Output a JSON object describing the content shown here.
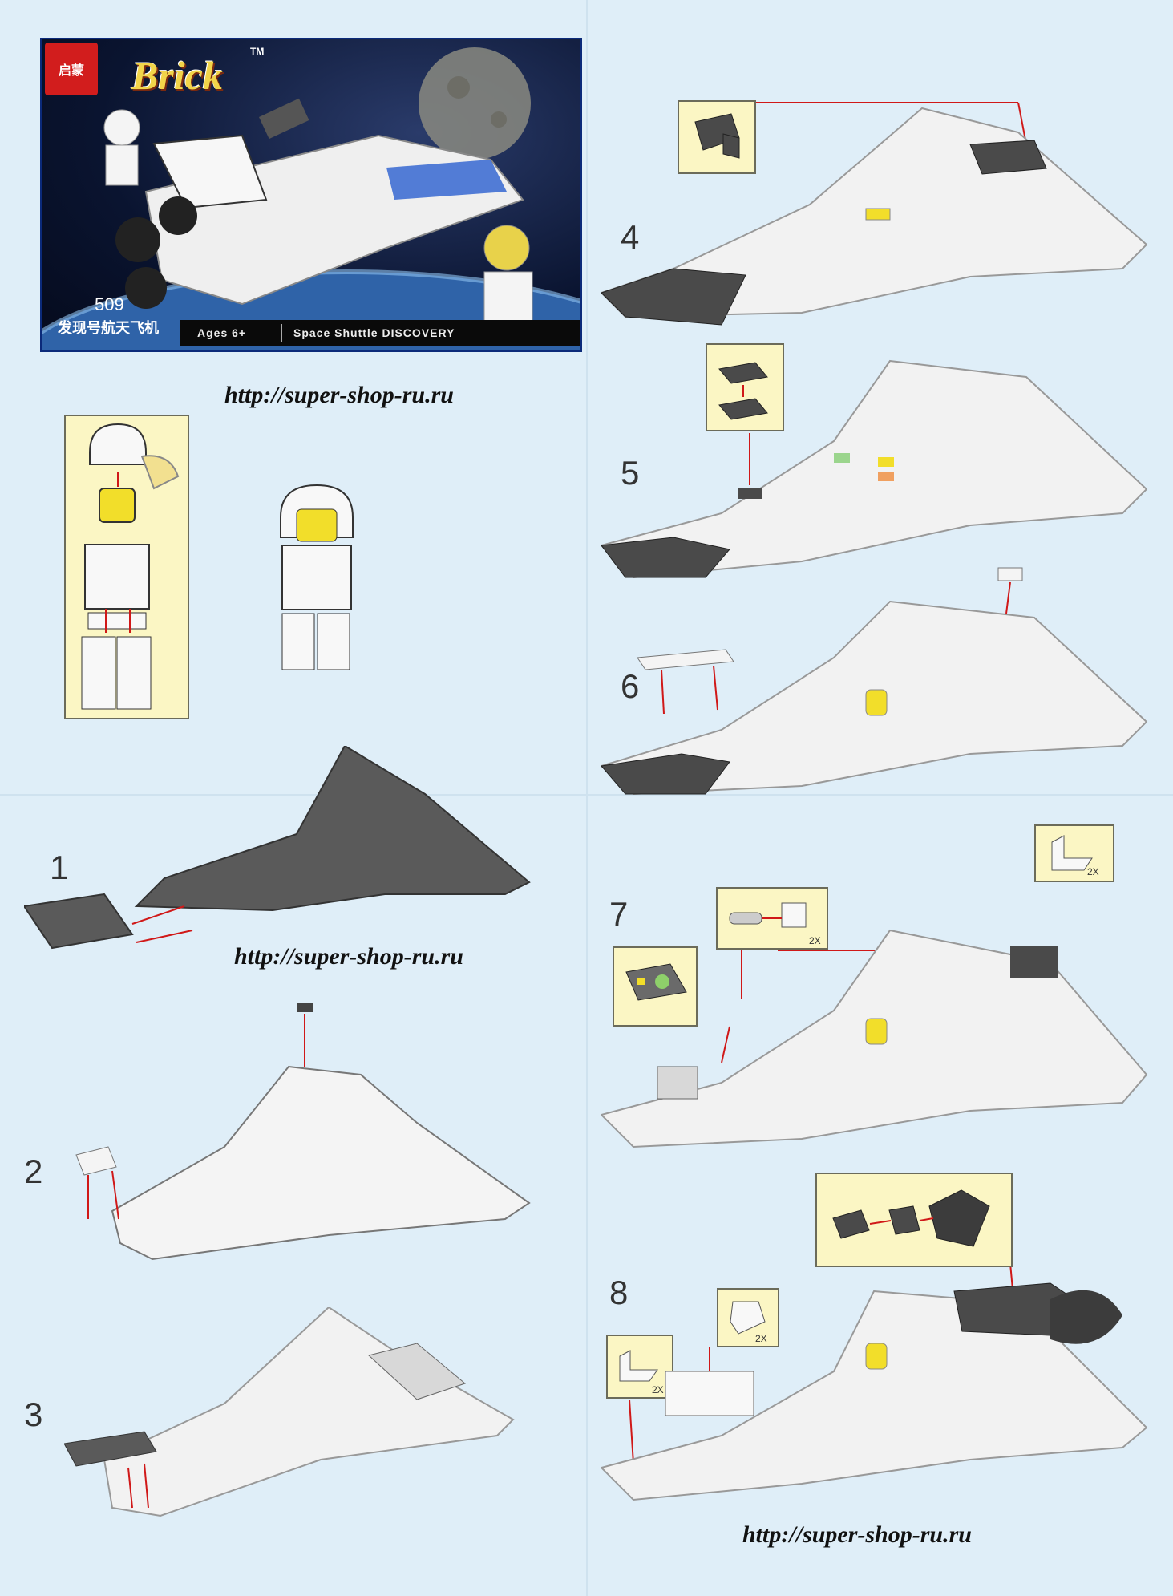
{
  "cover": {
    "logo_text": "启蒙",
    "brand": "Brick",
    "tm": "TM",
    "set_number": "509",
    "chinese_name": "发现号航天飞机",
    "ages": "Ages 6+",
    "set_name": "Space Shuttle DISCOVERY"
  },
  "urls": {
    "url_top": "http://super-shop-ru.ru",
    "url_middle": "http://super-shop-ru.ru",
    "url_bottom": "http://super-shop-ru.ru"
  },
  "steps": {
    "s1": "1",
    "s2": "2",
    "s3": "3",
    "s4": "4",
    "s5": "5",
    "s6": "6",
    "s7": "7",
    "s8": "8"
  },
  "multipliers": {
    "m7a": "2X",
    "m7b": "2X",
    "m8a": "2X",
    "m8b": "2X"
  },
  "colors": {
    "background": "#dfeef8",
    "callout": "#fbf6c4",
    "dark_brick": "#4a4a4a",
    "white_brick": "#f4f4f4",
    "arrow": "#d01818"
  }
}
